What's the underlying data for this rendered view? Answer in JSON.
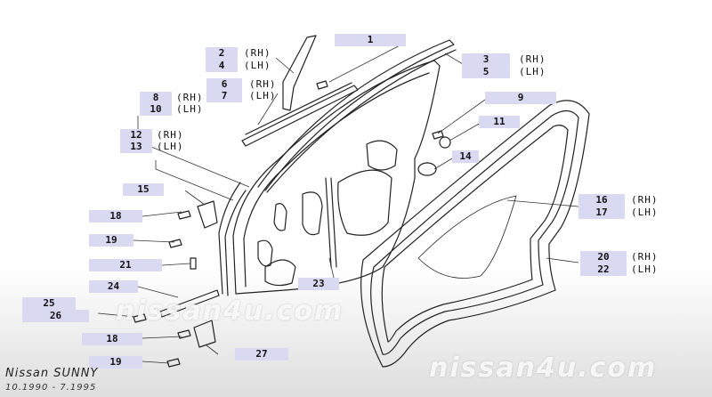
{
  "callouts": [
    {
      "num": "1",
      "side": ""
    },
    {
      "num": "2",
      "side": "(RH)"
    },
    {
      "num": "4",
      "side": "(LH)"
    },
    {
      "num": "3",
      "side": "(RH)"
    },
    {
      "num": "5",
      "side": "(LH)"
    },
    {
      "num": "6",
      "side": "(RH)"
    },
    {
      "num": "7",
      "side": "(LH)"
    },
    {
      "num": "8",
      "side": "(RH)"
    },
    {
      "num": "10",
      "side": "(LH)"
    },
    {
      "num": "9",
      "side": ""
    },
    {
      "num": "11",
      "side": ""
    },
    {
      "num": "12",
      "side": "(RH)"
    },
    {
      "num": "13",
      "side": "(LH)"
    },
    {
      "num": "14",
      "side": ""
    },
    {
      "num": "15",
      "side": ""
    },
    {
      "num": "16",
      "side": "(RH)"
    },
    {
      "num": "17",
      "side": "(LH)"
    },
    {
      "num": "18",
      "side": ""
    },
    {
      "num": "19",
      "side": ""
    },
    {
      "num": "20",
      "side": "(RH)"
    },
    {
      "num": "22",
      "side": "(LH)"
    },
    {
      "num": "21",
      "side": ""
    },
    {
      "num": "23",
      "side": ""
    },
    {
      "num": "24",
      "side": ""
    },
    {
      "num": "25",
      "side": ""
    },
    {
      "num": "26",
      "side": ""
    },
    {
      "num": "18",
      "side": ""
    },
    {
      "num": "27",
      "side": ""
    },
    {
      "num": "19",
      "side": ""
    }
  ],
  "footer": {
    "model": "Nissan SUNNY",
    "years": "10.1990 - 7.1995"
  },
  "watermarks": [
    "nissan4u.com",
    "nissan4u.com"
  ]
}
